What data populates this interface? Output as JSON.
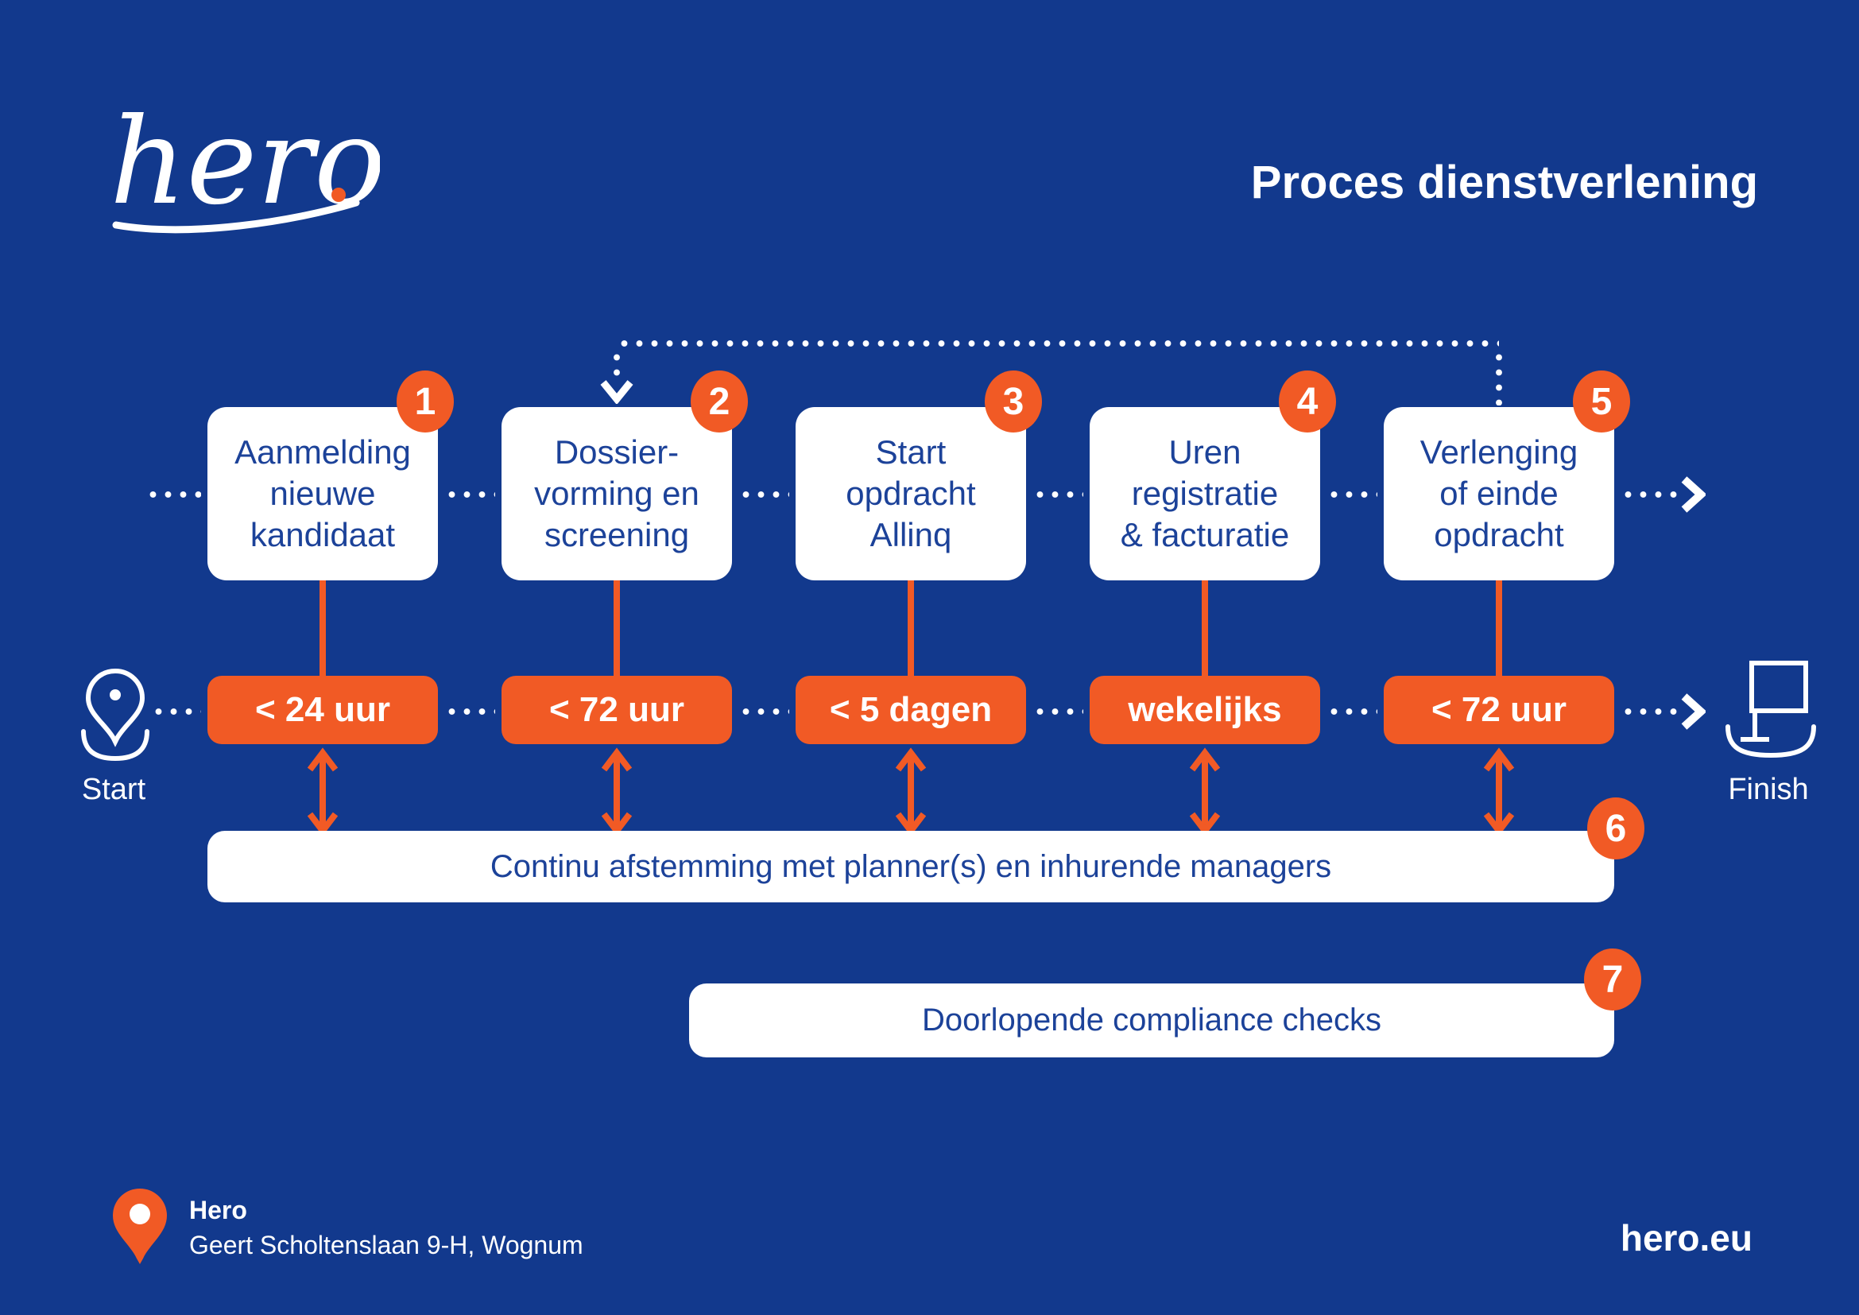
{
  "colors": {
    "background": "#12398D",
    "accent_orange": "#F15A25",
    "text_blue": "#1C4299",
    "white": "#FFFFFF"
  },
  "header": {
    "logo_text": "hero",
    "title": "Proces dienstverlening"
  },
  "steps": [
    {
      "number": "1",
      "label": "Aanmelding\nnieuwe\nkandidaat",
      "duration": "< 24 uur"
    },
    {
      "number": "2",
      "label": "Dossier-\nvorming en\nscreening",
      "duration": "< 72 uur"
    },
    {
      "number": "3",
      "label": "Start\nopdracht\nAllinq",
      "duration": "< 5 dagen"
    },
    {
      "number": "4",
      "label": "Uren\nregistratie\n& facturatie",
      "duration": "wekelijks"
    },
    {
      "number": "5",
      "label": "Verlenging\nof einde\nopdracht",
      "duration": "< 72 uur"
    }
  ],
  "timeline": {
    "start_label": "Start",
    "finish_label": "Finish"
  },
  "bars": [
    {
      "number": "6",
      "label": "Continu afstemming met planner(s) en inhurende managers"
    },
    {
      "number": "7",
      "label": "Doorlopende compliance checks"
    }
  ],
  "footer": {
    "company": "Hero",
    "address": "Geert Scholtenslaan 9-H, Wognum",
    "website": "hero.eu"
  }
}
